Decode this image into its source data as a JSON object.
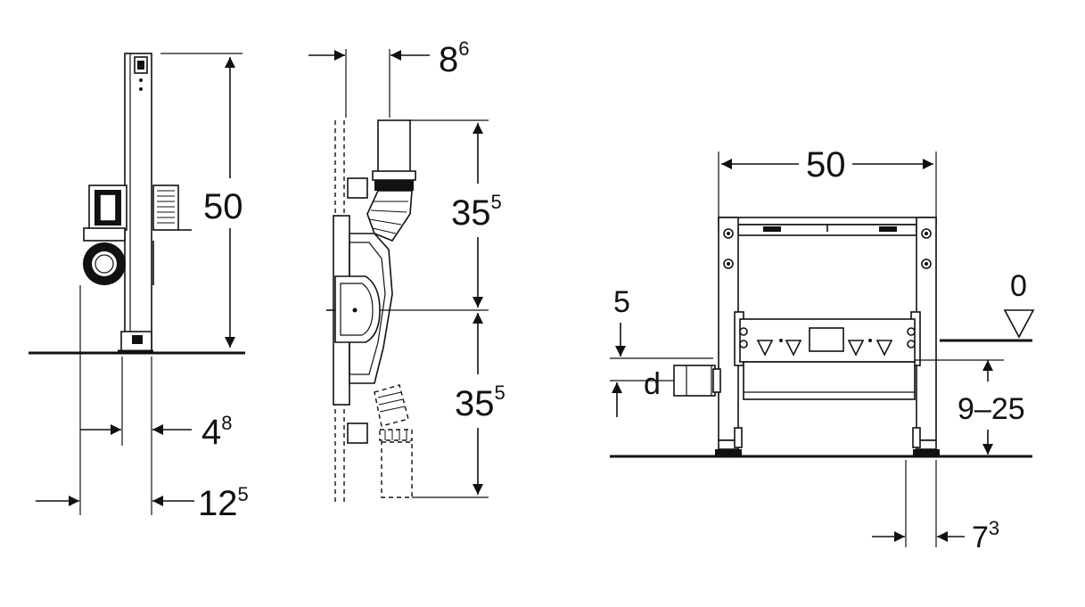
{
  "colors": {
    "line": "#111111",
    "background": "#ffffff"
  },
  "labels": {
    "height_50": "50",
    "offset_4_8_main": "4",
    "offset_4_8_sup": "8",
    "offset_12_5_main": "12",
    "offset_12_5_sup": "5",
    "offset_8_6_main": "8",
    "offset_8_6_sup": "6",
    "upper_35_5_main": "35",
    "upper_35_5_sup": "5",
    "lower_35_5_main": "35",
    "lower_35_5_sup": "5",
    "width_50": "50",
    "level_0": "0",
    "level_5": "5",
    "d": "d",
    "range_9_25": "9–25",
    "offset_7_3_main": "7",
    "offset_7_3_sup": "3"
  }
}
